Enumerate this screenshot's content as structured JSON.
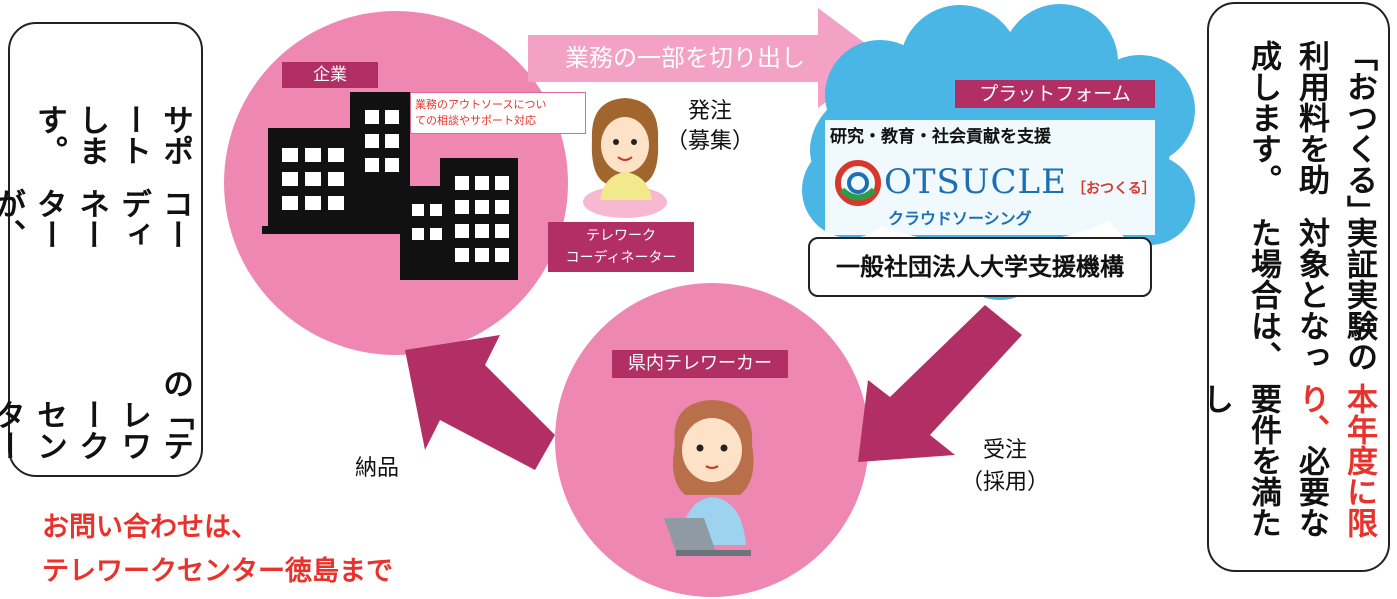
{
  "left_box": {
    "line1": "「テレワークセンター徳島」",
    "line2": "の",
    "line3": "コーディネーターが、",
    "line4": "サポートします。"
  },
  "right_box": {
    "line1_red": "本年度に限り、",
    "line1_rest": "必要な要件を満たし",
    "line2": "実証実験の対象となった場合は、",
    "line3": "「おつくる」利用料を助成します。"
  },
  "company": {
    "tag": "企業",
    "note_line1": "業務のアウトソースについ",
    "note_line2": "ての相談やサポート対応",
    "coordinator_line1": "テレワーク",
    "coordinator_line2": "コーディネーター"
  },
  "arrow_top": {
    "label": "業務の一部を切り出し"
  },
  "order": {
    "line1": "発注",
    "line2": "（募集）"
  },
  "platform": {
    "tag": "プラットフォーム",
    "subtitle": "研究・教育・社会貢献を支援",
    "brand": "OTSUCLE",
    "brand_kana": "［おつくる］",
    "service": "クラウドソーシング",
    "org": "一般社団法人大学支援機構"
  },
  "worker": {
    "tag": "県内テレワーカー"
  },
  "receive": {
    "line1": "受注",
    "line2": "（採用）"
  },
  "delivery": {
    "label": "納品"
  },
  "contact": {
    "line1": "お問い合わせは、",
    "line2": "テレワークセンター徳島まで"
  },
  "colors": {
    "pink": "#ee88b3",
    "magenta": "#b22f66",
    "arrow_pink": "#f3a1c4",
    "cloud": "#49b6e6",
    "red": "#e8322b"
  },
  "icons": [
    "building-icon",
    "woman-icon",
    "cloud-icon",
    "laptop-woman-icon",
    "otsucle-logo-icon"
  ]
}
